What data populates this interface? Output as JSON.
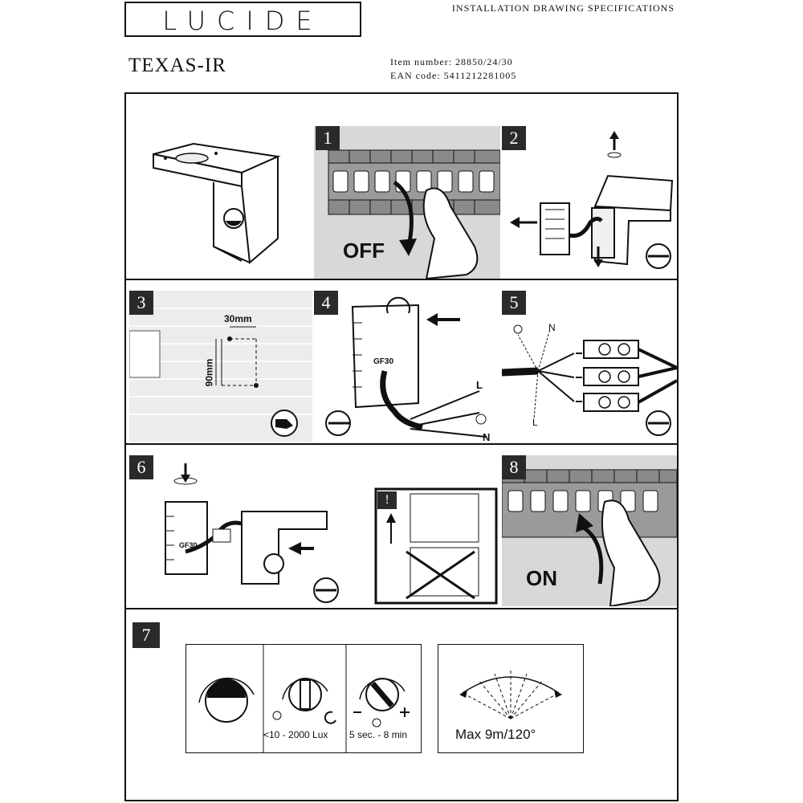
{
  "header": {
    "logo": "LUCIDE",
    "spec_title": "INSTALLATION DRAWING SPECIFICATIONS",
    "model": "TEXAS-IR",
    "item_number_label": "Item number:",
    "item_number": "28850/24/30",
    "ean_label": "EAN code:",
    "ean": "5411212281005"
  },
  "steps": {
    "s1": {
      "num": "1",
      "label": "OFF"
    },
    "s2": {
      "num": "2"
    },
    "s3": {
      "num": "3",
      "dim_h": "30mm",
      "dim_v": "90mm"
    },
    "s4": {
      "num": "4",
      "box_text": "GF30",
      "wire_l": "L",
      "wire_n": "N"
    },
    "s5": {
      "num": "5",
      "wire_n": "N",
      "wire_l": "L"
    },
    "s6": {
      "num": "6",
      "box_text": "GF30",
      "warning": "!"
    },
    "s7": {
      "num": "7",
      "lux": "<10 - 2000 Lux",
      "time": "5 sec. - 8 min",
      "range": "Max 9m/120°"
    },
    "s8": {
      "num": "8",
      "label": "ON"
    }
  }
}
